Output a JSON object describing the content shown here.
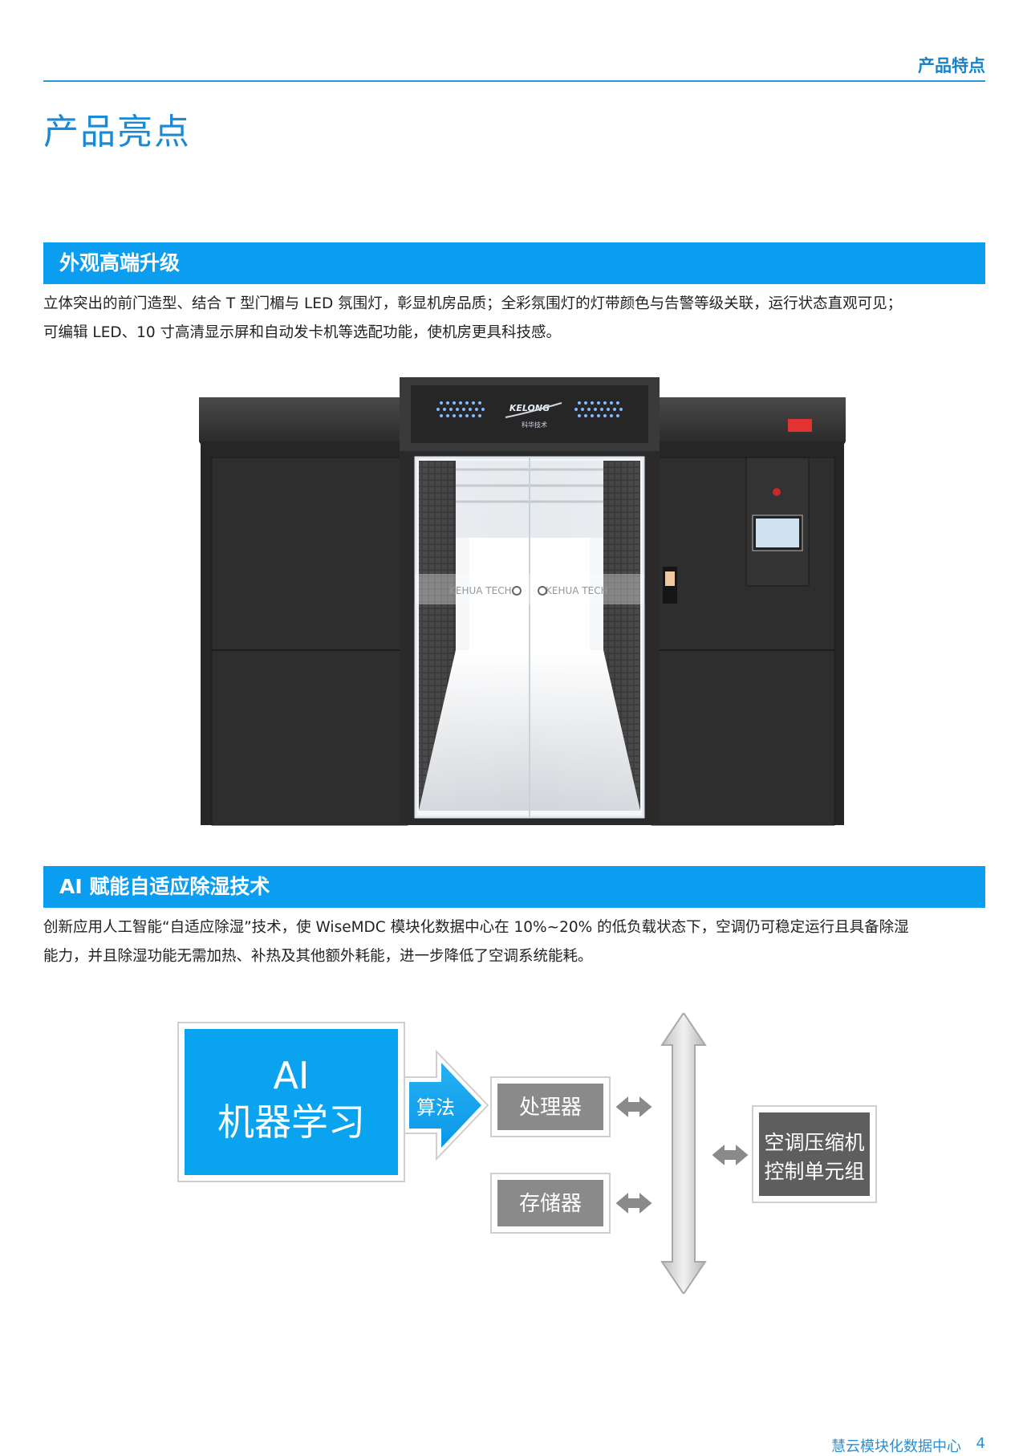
{
  "header": {
    "section_label": "产品特点"
  },
  "page_title": "产品亮点",
  "section1": {
    "title": "外观高端升级",
    "lines": [
      "立体突出的前门造型、结合 T 型门楣与 LED 氛围灯，彰显机房品质；全彩氛围灯的灯带颜色与告警等级关联，运行状态直观可见；",
      "可编辑 LED、10 寸高清显示屏和自动发卡机等选配功能，使机房更具科技感。"
    ]
  },
  "product_image": {
    "brand_top": "KELONG",
    "brand_sub": "科华技术",
    "door_text_left": "KEHUA TECH",
    "door_text_right": "KEHUA TECH"
  },
  "section2": {
    "title": "AI 赋能自适应除湿技术",
    "lines": [
      "创新应用人工智能“自适应除湿”技术，使 WiseMDC 模块化数据中心在 10%~20% 的低负载状态下，空调仍可稳定运行且具备除湿",
      "能力，并且除湿功能无需加热、补热及其他额外耗能，进一步降低了空调系统能耗。"
    ]
  },
  "diagram": {
    "ai_line1": "AI",
    "ai_line2": "机器学习",
    "arrow_label": "算法",
    "processor": "处理器",
    "storage": "存储器",
    "compressor_line1": "空调压缩机",
    "compressor_line2": "控制单元组",
    "colors": {
      "ai_blue": "#0aa3ef",
      "box_gray": "#8a8a8a",
      "dark_gray": "#5e5e5e"
    }
  },
  "footer": {
    "doc_title": "慧云模块化数据中心",
    "page_number": "4"
  }
}
